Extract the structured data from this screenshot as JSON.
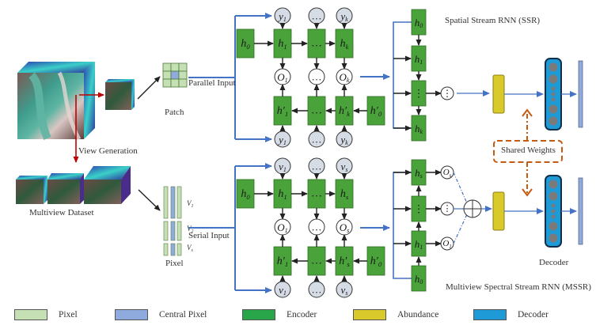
{
  "colors": {
    "pixel": "#c5e0b4",
    "central_pixel": "#8faadc",
    "encoder": "#4aa33a",
    "abundance": "#d9c92b",
    "decoder": "#1e9bd7",
    "input_node": "#d6dce5",
    "arrow_blue": "#4472c4",
    "shared_weights": "#c55a11",
    "view_arrow": "#c00000"
  },
  "labels": {
    "patch": "Patch",
    "parallel_input": "Parallel Input",
    "view_generation": "View Generation",
    "multiview_dataset": "Multiview Dataset",
    "pixel": "Pixel",
    "serial_input": "Serial Input",
    "ssr_title": "Spatial Stream RNN (SSR)",
    "mssr_title": "Multiview Spectral Stream RNN (MSSR)",
    "shared_weights": "Shared Weights",
    "decoder": "Decoder",
    "views": [
      "V1",
      "V2",
      "Vs"
    ]
  },
  "ssr": {
    "inputs_top": [
      "y1",
      "…",
      "yk"
    ],
    "forward": [
      "h0",
      "h1",
      "…",
      "hk"
    ],
    "outputs": [
      "O1",
      "…",
      "Ok"
    ],
    "backward": [
      "h'1",
      "…",
      "h'k",
      "h'0"
    ],
    "inputs_bottom": [
      "y1",
      "…",
      "yk"
    ],
    "stack": [
      "h0",
      "h1",
      "⋮",
      "hk"
    ],
    "stack_output": "⋮"
  },
  "mssr": {
    "inputs_top": [
      "v1",
      "…",
      "vs"
    ],
    "forward": [
      "h0",
      "h1",
      "…",
      "hs"
    ],
    "outputs": [
      "O1",
      "…",
      "Os"
    ],
    "backward": [
      "h'1",
      "…",
      "h's",
      "h'0"
    ],
    "inputs_bottom": [
      "v1",
      "…",
      "vs"
    ],
    "stack": [
      "hs",
      "⋮",
      "h1",
      "h0"
    ],
    "stack_outputs": [
      "Os",
      "⋮",
      "O1"
    ],
    "sum_symbol": "⊕"
  },
  "legend": [
    {
      "label": "Pixel",
      "color": "#c5e0b4"
    },
    {
      "label": "Central Pixel",
      "color": "#8faadc"
    },
    {
      "label": "Encoder",
      "color": "#2aa64a"
    },
    {
      "label": "Abundance",
      "color": "#d9c92b"
    },
    {
      "label": "Decoder",
      "color": "#1e9bd7"
    }
  ]
}
